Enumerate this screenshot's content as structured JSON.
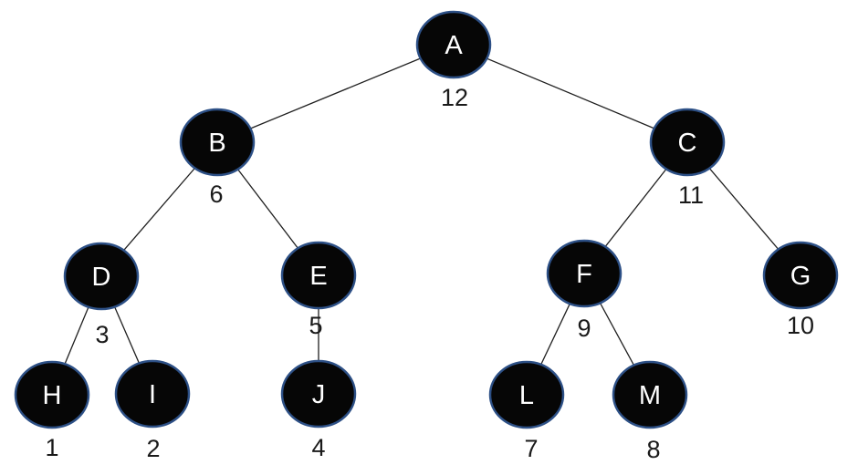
{
  "diagram": {
    "type": "binary-tree",
    "background_color": "#ffffff",
    "node_fill_color": "#060606",
    "node_border_color": "#2d5086",
    "node_text_color": "#ffffff",
    "edge_color": "#1f1f1f",
    "value_text_color": "#1a1a1a",
    "nodes": [
      {
        "id": "A",
        "label": "A",
        "value": "12"
      },
      {
        "id": "B",
        "label": "B",
        "value": "6"
      },
      {
        "id": "C",
        "label": "C",
        "value": "11"
      },
      {
        "id": "D",
        "label": "D",
        "value": "3"
      },
      {
        "id": "E",
        "label": "E",
        "value": "5"
      },
      {
        "id": "F",
        "label": "F",
        "value": "9"
      },
      {
        "id": "G",
        "label": "G",
        "value": "10"
      },
      {
        "id": "H",
        "label": "H",
        "value": "1"
      },
      {
        "id": "I",
        "label": "I",
        "value": "2"
      },
      {
        "id": "J",
        "label": "J",
        "value": "4"
      },
      {
        "id": "L",
        "label": "L",
        "value": "7"
      },
      {
        "id": "M",
        "label": "M",
        "value": "8"
      }
    ],
    "edges": [
      {
        "from": "A",
        "to": "B"
      },
      {
        "from": "A",
        "to": "C"
      },
      {
        "from": "B",
        "to": "D"
      },
      {
        "from": "B",
        "to": "E"
      },
      {
        "from": "C",
        "to": "F"
      },
      {
        "from": "C",
        "to": "G"
      },
      {
        "from": "D",
        "to": "H"
      },
      {
        "from": "D",
        "to": "I"
      },
      {
        "from": "E",
        "to": "J"
      },
      {
        "from": "F",
        "to": "L"
      },
      {
        "from": "F",
        "to": "M"
      }
    ]
  }
}
